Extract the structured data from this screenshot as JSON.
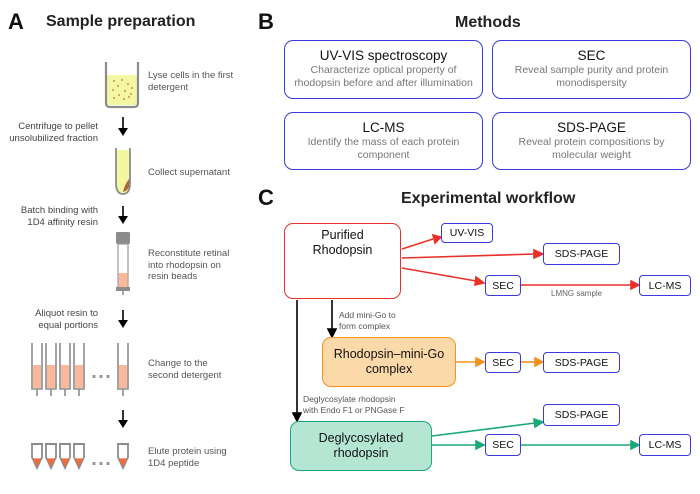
{
  "panel_a": {
    "letter": "A",
    "title": "Sample preparation",
    "steps": [
      {
        "text_line1": "Lyse cells in the first",
        "text_line2": "detergent"
      },
      {
        "text_line1": "Collect supernatant",
        "text_line2": ""
      },
      {
        "text_line1": "Reconstitute retinal",
        "text_line2": "into rhodopsin on",
        "text_line3": "resin beads"
      },
      {
        "text_line1": "Change to the",
        "text_line2": "second detergent"
      },
      {
        "text_line1": "Elute protein using",
        "text_line2": "1D4 peptide"
      }
    ],
    "transitions": [
      {
        "line1": "Centrifuge to pellet",
        "line2": "unsolubilized fraction"
      },
      {
        "line1": "Batch binding with",
        "line2": "1D4 affinity resin"
      },
      {
        "line1": "Aliquot resin to",
        "line2": "equal portions"
      },
      {
        "line1": "",
        "line2": ""
      }
    ],
    "ellipsis": "..."
  },
  "panel_b": {
    "letter": "B",
    "title": "Methods",
    "methods": [
      {
        "name": "UV-VIS spectroscopy",
        "desc_line1": "Characterize optical property of",
        "desc_line2": "rhodopsin before and after illumination"
      },
      {
        "name": "SEC",
        "desc_line1": "Reveal sample purity and protein",
        "desc_line2": "monodispersity"
      },
      {
        "name": "LC-MS",
        "desc_line1": "Identify the mass of each protein",
        "desc_line2": "component"
      },
      {
        "name": "SDS-PAGE",
        "desc_line1": "Reveal protein compositions by",
        "desc_line2": "molecular weight"
      }
    ]
  },
  "panel_c": {
    "letter": "C",
    "title": "Experimental workflow",
    "purified": {
      "line1": "Purified",
      "line2": "Rhodopsin",
      "ellipsis": "..."
    },
    "complex": {
      "line1": "Rhodopsin–mini-Go",
      "line2": "complex"
    },
    "deglyco": {
      "line1": "Deglycosylated",
      "line2": "rhodopsin"
    },
    "notes": {
      "add_minigo_line1": "Add mini-Go to",
      "add_minigo_line2": "form complex",
      "deglyco_line1": "Deglycosylate rhodopsin",
      "deglyco_line2": "with Endo F1 or PNGase F",
      "lmng": "LMNG sample"
    },
    "boxes": {
      "uvvis": "UV-VIS",
      "sdspage_red": "SDS-PAGE",
      "sec_red": "SEC",
      "lcms_red": "LC-MS",
      "sec_orange": "SEC",
      "sdspage_orange": "SDS-PAGE",
      "sdspage_green": "SDS-PAGE",
      "sec_green": "SEC",
      "lcms_green": "LC-MS"
    },
    "colors": {
      "red": "#e8312a",
      "orange": "#f5921e",
      "green": "#1aa87a",
      "blue": "#3a3ae0",
      "orange_fill": "#fcd9a8",
      "green_fill": "#b4e6d3"
    }
  },
  "colors": {
    "detergent_yellow": "#f4f7a2",
    "resin_salmon": "#fbb99b",
    "elute_orange": "#f26b3a",
    "tube_gray": "#8c8c8c",
    "pellet_brown": "#a9693a"
  }
}
